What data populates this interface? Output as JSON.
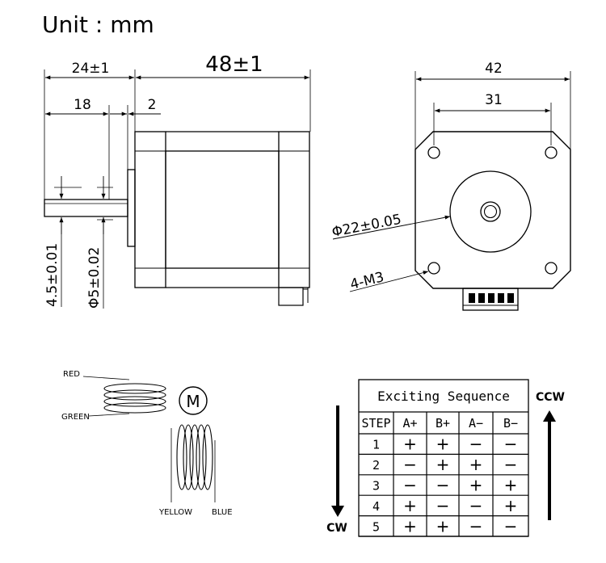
{
  "unit_label": "Unit : mm",
  "side_view": {
    "length": "48±1",
    "shaft_length": "24±1",
    "shaft_protrusion": "18",
    "boss_thickness": "2",
    "shaft_flat": "4.5±0.01",
    "shaft_diameter": "Φ5±0.02"
  },
  "front_view": {
    "body_width": "42",
    "hole_spacing": "31",
    "boss_diameter": "Φ22±0.05",
    "mounting_holes": "4-M3"
  },
  "wiring": {
    "motor_symbol": "M",
    "wires": [
      "RED",
      "GREEN",
      "YELLOW",
      "BLUE"
    ]
  },
  "sequence_table": {
    "title": "Exciting Sequence",
    "headers": [
      "STEP",
      "A+",
      "B+",
      "A−",
      "B−"
    ],
    "rows": [
      [
        "1",
        "+",
        "+",
        "−",
        "−"
      ],
      [
        "2",
        "−",
        "+",
        "+",
        "−"
      ],
      [
        "3",
        "−",
        "−",
        "+",
        "+"
      ],
      [
        "4",
        "+",
        "−",
        "−",
        "+"
      ],
      [
        "5",
        "+",
        "+",
        "−",
        "−"
      ]
    ],
    "cw_label": "CW",
    "ccw_label": "CCW"
  }
}
